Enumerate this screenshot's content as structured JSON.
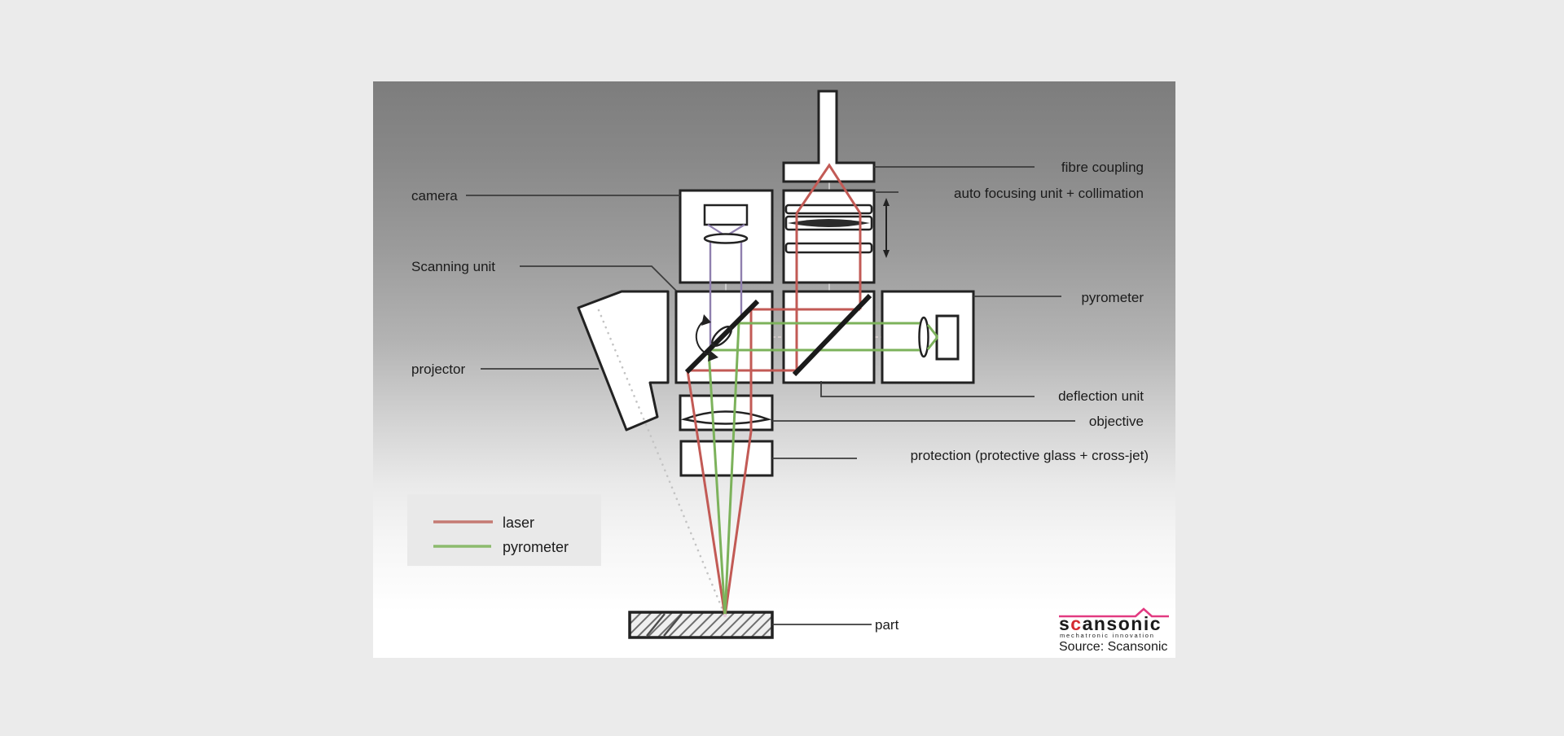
{
  "diagram": {
    "title_semantic": "laser processing optics head schematic",
    "labels_left": {
      "camera": "camera",
      "scanning_unit": "Scanning unit",
      "projector": "projector"
    },
    "labels_right": {
      "fibre_coupling": "fibre coupling",
      "auto_focusing": "auto focusing unit + collimation",
      "pyrometer": "pyrometer",
      "deflection_unit": "deflection unit",
      "objective": "objective",
      "protection": "protection (protective glass + cross-jet)",
      "part": "part"
    }
  },
  "legend": {
    "items": [
      {
        "label": "laser",
        "color": "#c25a55"
      },
      {
        "label": "pyrometer",
        "color": "#7cb25b"
      }
    ]
  },
  "logo": {
    "brand_1": "s",
    "brand_2": "c",
    "brand_3": "ansonic",
    "tagline": "mechatronic innovation",
    "source": "Source: Scansonic"
  },
  "colors": {
    "laser_beam": "#c25a55",
    "pyrometer_beam": "#7cb25b",
    "camera_beam": "#8f7fae",
    "brand_pink": "#e23a81",
    "box_outline": "#222222",
    "panel_gradient_top": "#7d7d7d",
    "page_background": "#ebebeb"
  }
}
